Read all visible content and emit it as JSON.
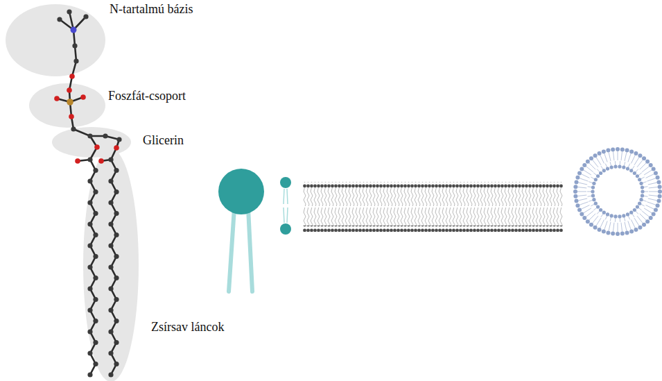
{
  "diagram": {
    "labels": [
      "N-tartalmú bázis",
      "Foszfát-csoport",
      "Glicerin",
      "Zsírsav láncok"
    ]
  }
}
